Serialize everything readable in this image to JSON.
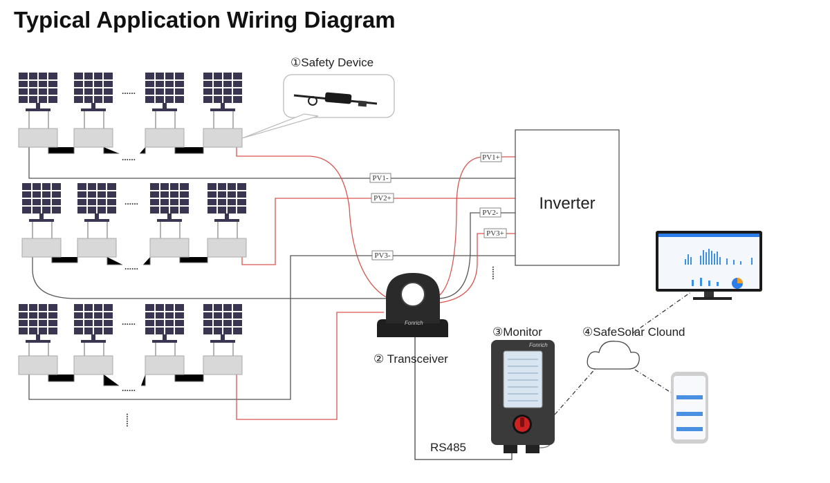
{
  "title": "Typical Application Wiring Diagram",
  "safety_device_label": "①Safety Device",
  "inverter_label": "Inverter",
  "transceiver_label": "② Transceiver",
  "monitor_label": "③Monitor",
  "cloud_label": "④SafeSolar Clound",
  "rs485_label": "RS485",
  "pv_tags": {
    "pv1_plus": "PV1+",
    "pv1_minus": "PV1-",
    "pv2_plus": "PV2+",
    "pv2_minus": "PV2-",
    "pv3_plus": "PV3+",
    "pv3_minus": "PV3-"
  },
  "ellipsis_h": "......",
  "ellipsis_v": "......",
  "brand_text": "Fonrich",
  "colors": {
    "positive_wire": "#d9534f",
    "negative_wire": "#555555",
    "panel_fill": "#3a3550",
    "optimizer_fill": "#d8d8d8"
  }
}
